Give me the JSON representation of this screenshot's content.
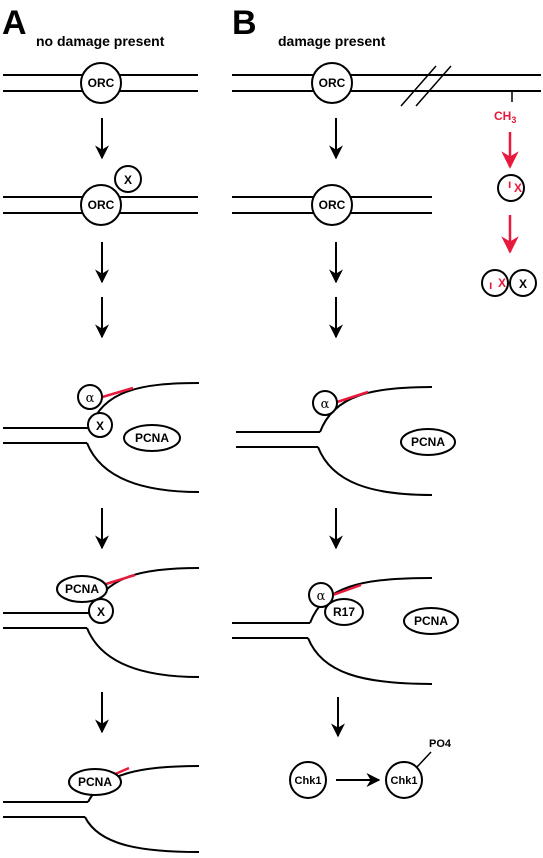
{
  "panel_a": {
    "letter": "A",
    "title": "no damage present",
    "orc": "ORC",
    "x": "X",
    "alpha": "α",
    "pcna": "PCNA"
  },
  "panel_b": {
    "letter": "B",
    "title": "damage present",
    "orc": "ORC",
    "ch3": "CH",
    "ch3_sub": "3",
    "x": "X",
    "alpha": "α",
    "pcna": "PCNA",
    "r17": "R17",
    "chk1": "Chk1",
    "chk1_phospho": "Chk1",
    "po4": "PO4"
  },
  "colors": {
    "ink": "#000000",
    "accent_red": "#e8193c"
  }
}
